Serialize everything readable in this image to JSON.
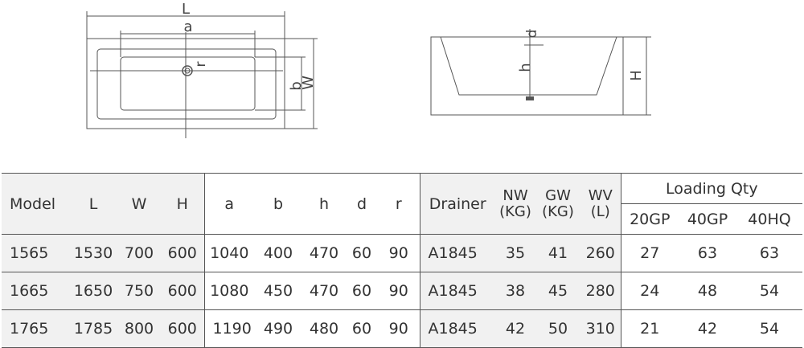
{
  "top_view": {
    "L": "L",
    "a": "a",
    "r": "r",
    "b": "b",
    "W": "W"
  },
  "side_view": {
    "d": "d",
    "h": "h",
    "H": "H"
  },
  "table": {
    "headers": {
      "model": "Model",
      "L": "L",
      "W": "W",
      "H": "H",
      "a": "a",
      "b": "b",
      "h": "h",
      "d": "d",
      "r": "r",
      "drainer": "Drainer",
      "nw_1": "NW",
      "nw_2": "(KG)",
      "gw_1": "GW",
      "gw_2": "(KG)",
      "wv_1": "WV",
      "wv_2": "(L)",
      "loading": "Loading Qty",
      "gp20": "20GP",
      "gp40": "40GP",
      "hq40": "40HQ"
    },
    "rows": [
      {
        "model": "1565",
        "L": "1530",
        "W": "700",
        "H": "600",
        "a": "1040",
        "b": "400",
        "h": "470",
        "d": "60",
        "r": "90",
        "drainer": "A1845",
        "nw": "35",
        "gw": "41",
        "wv": "260",
        "gp20": "27",
        "gp40": "63",
        "hq40": "63"
      },
      {
        "model": "1665",
        "L": "1650",
        "W": "750",
        "H": "600",
        "a": "1080",
        "b": "450",
        "h": "470",
        "d": "60",
        "r": "90",
        "drainer": "A1845",
        "nw": "38",
        "gw": "45",
        "wv": "280",
        "gp20": "24",
        "gp40": "48",
        "hq40": "54"
      },
      {
        "model": "1765",
        "L": "1785",
        "W": "800",
        "H": "600",
        "a": "1190",
        "b": "490",
        "h": "480",
        "d": "60",
        "r": "90",
        "drainer": "A1845",
        "nw": "42",
        "gw": "50",
        "wv": "310",
        "gp20": "21",
        "gp40": "42",
        "hq40": "54"
      }
    ]
  }
}
